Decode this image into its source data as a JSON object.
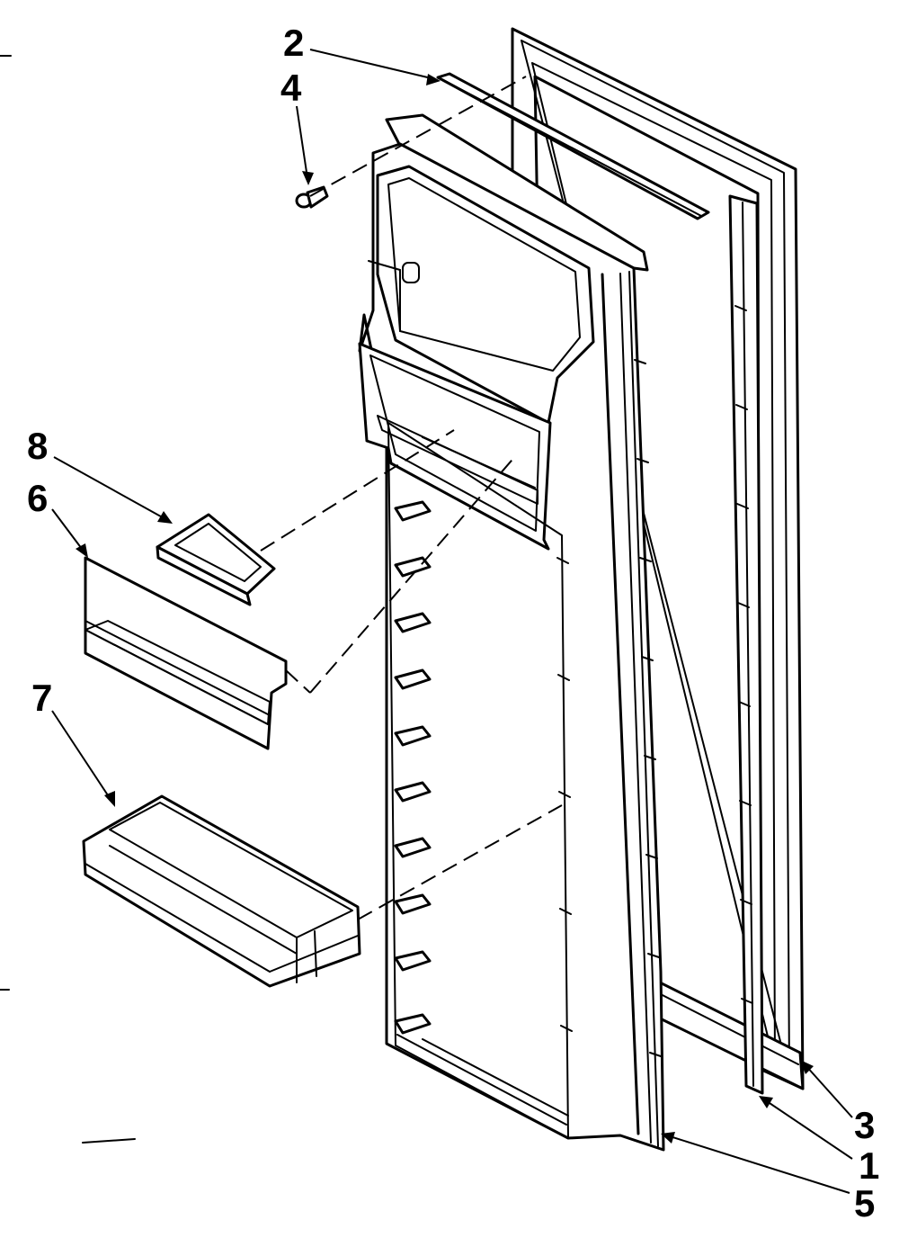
{
  "diagram": {
    "callouts": [
      {
        "id": "1",
        "text": "1"
      },
      {
        "id": "2",
        "text": "2"
      },
      {
        "id": "3",
        "text": "3"
      },
      {
        "id": "4",
        "text": "4"
      },
      {
        "id": "5",
        "text": "5"
      },
      {
        "id": "6",
        "text": "6"
      },
      {
        "id": "7",
        "text": "7"
      },
      {
        "id": "8",
        "text": "8"
      }
    ],
    "line_color": "#000000",
    "background": "#ffffff"
  }
}
